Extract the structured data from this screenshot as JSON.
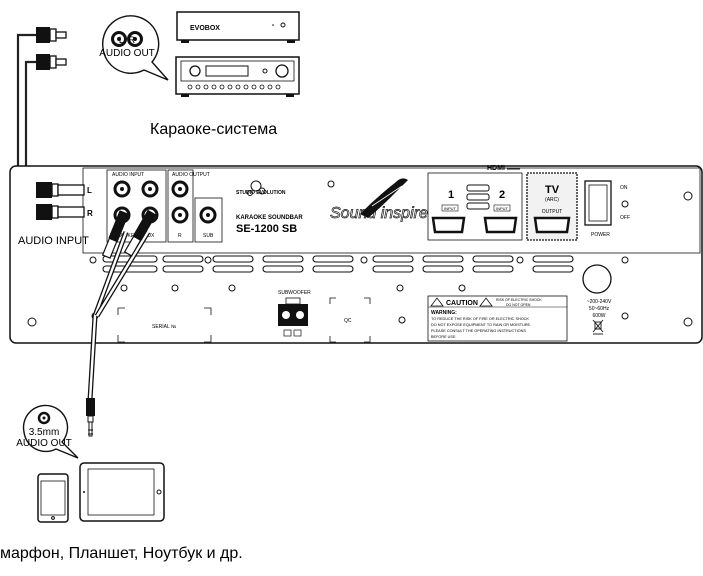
{
  "labels": {
    "karaoke_system": "Караоке-система",
    "devices_caption": "марфон, Планшет, Ноутбук и др.",
    "audio_input_side": "AUDIO INPUT",
    "audio_out_bubble_lr": "L  R",
    "audio_out_bubble": "AUDIO OUT",
    "jack_35_size": "3.5mm",
    "jack_35_out": "AUDIO OUT"
  },
  "box_logo": "EVOBOX",
  "panel": {
    "audio_input": "AUDIO INPUT",
    "audio_output": "AUDIO OUTPUT",
    "karaoke": "KARAOKE",
    "aux": "AUX",
    "r": "R",
    "sub": "SUB",
    "brand": "STUDIO EVOLUTION",
    "product_line": "KARAOKE SOUNDBAR",
    "model": "SE-1200 SB",
    "logo": "Sound inspire",
    "hdmi_logo": "HDMI",
    "hdmi1_num": "1",
    "hdmi1_label": "INPUT",
    "hdmi2_num": "2",
    "hdmi2_label": "INPUT",
    "tv": "TV",
    "tv_arc": "(ARC)",
    "tv_output": "OUTPUT",
    "on": "ON",
    "off": "OFF",
    "power": "POWER",
    "subwoofer": "SUBWOOFER",
    "serial": "SERIAL №",
    "qc": "QC",
    "caution": "CAUTION",
    "risk": "RISK OF ELECTRIC SHOCK",
    "do_not_open": "DO NOT OPEN",
    "warning_title": "WARNING:",
    "warning_lines": [
      "TO REDUCE THE RISK OF FIRE OR ELECTRIC SHOCK",
      "DO NOT EXPOSE EQUIPMENT TO RAIN OR MOISTURE.",
      "PLEASE CONSULT THE OPERATING INSTRUCTIONS",
      "BEFORE USE."
    ],
    "voltage": "~200-240V",
    "frequency": "50~60Hz",
    "wattage": "600W",
    "side_l": "L",
    "side_r": "R"
  }
}
